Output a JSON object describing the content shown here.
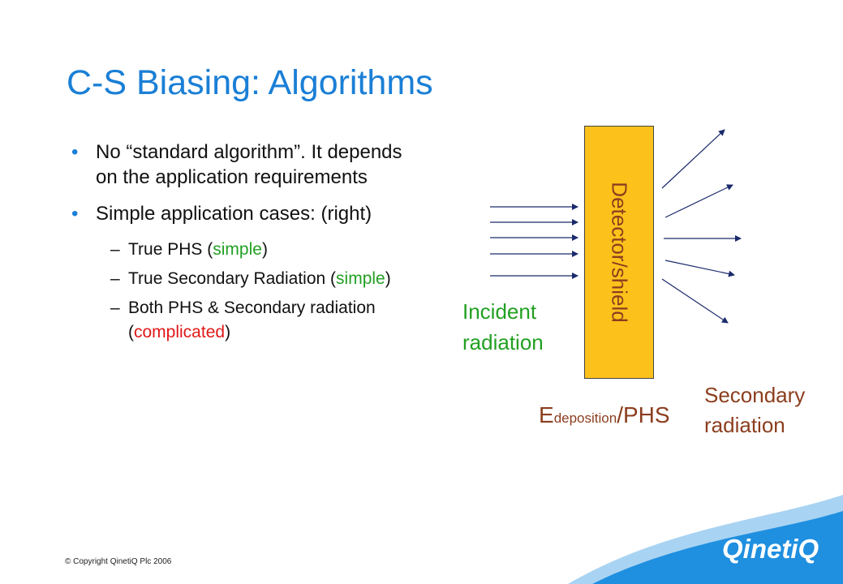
{
  "slide": {
    "title": "C-S Biasing: Algorithms",
    "bullets": [
      {
        "text": "No “standard algorithm”. It depends on the application requirements"
      },
      {
        "text": "Simple application cases: (right)"
      }
    ],
    "sub_bullets": [
      {
        "prefix": "True PHS (",
        "highlight": "simple",
        "suffix": ")",
        "highlight_color": "green"
      },
      {
        "prefix": "True Secondary Radiation (",
        "highlight": "simple",
        "suffix": ")",
        "highlight_color": "green"
      },
      {
        "prefix": "Both PHS & Secondary radiation (",
        "highlight": "complicated",
        "suffix": ")",
        "highlight_color": "red"
      }
    ],
    "bullet_glyph": "•",
    "dash_glyph": "–",
    "copyright": "© Copyright QinetiQ Plc 2006"
  },
  "diagram": {
    "detector_label": "Detector/shield",
    "incident_line1": "Incident",
    "incident_line2": "radiation",
    "secondary_line1": "Secondary",
    "secondary_line2": "radiation",
    "edep_main": "E",
    "edep_sub": "deposition",
    "edep_suffix": "/PHS"
  },
  "logo": {
    "text": "QinetiQ"
  },
  "colors": {
    "title_blue": "#1a7fd6",
    "detector_fill": "#fcc21b",
    "label_brown": "#8b3e1e",
    "highlight_green": "#22a022",
    "highlight_red": "#e01818",
    "arrow_navy": "#1a2a6c"
  }
}
